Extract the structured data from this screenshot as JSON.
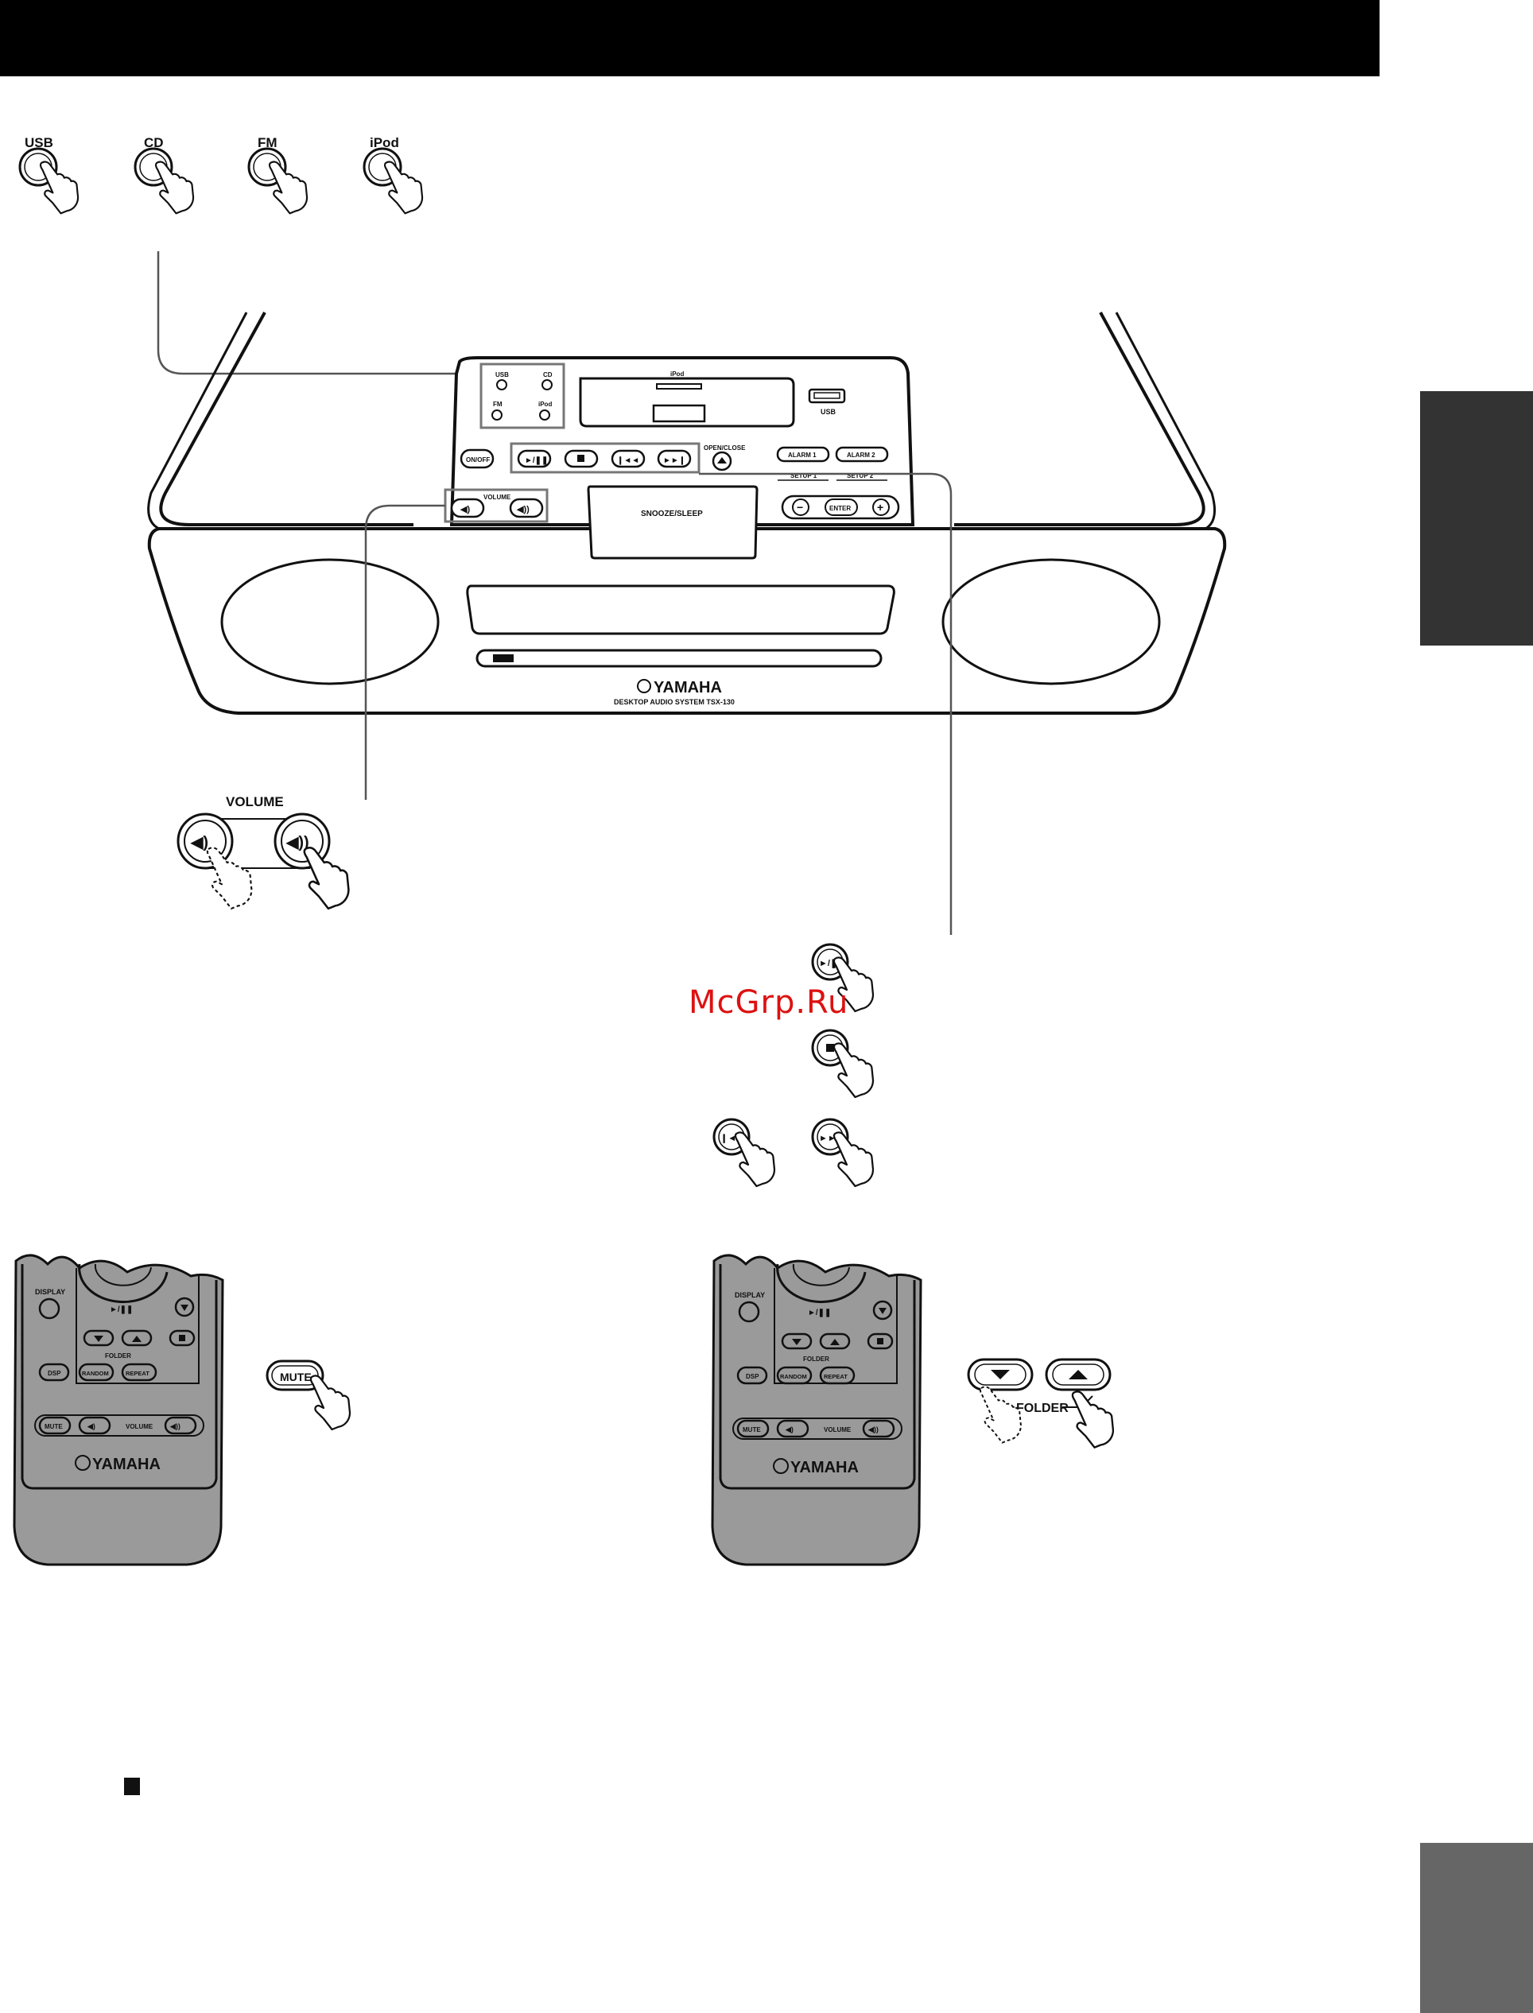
{
  "colors": {
    "header_bar": "#000000",
    "tab_dark": "#333333",
    "tab_mid": "#666666",
    "remote_body": "#9a9a9a",
    "watermark": "#dd1111"
  },
  "source_buttons": [
    {
      "label": "USB",
      "icon": "press-finger-icon"
    },
    {
      "label": "CD",
      "icon": "press-finger-icon"
    },
    {
      "label": "FM",
      "icon": "press-finger-icon"
    },
    {
      "label": "iPod",
      "icon": "press-finger-icon"
    }
  ],
  "unit": {
    "dock_label": "iPod",
    "usb_port_label": "USB",
    "source_labels": [
      "USB",
      "CD",
      "FM",
      "iPod"
    ],
    "power_label": "ON/OFF",
    "volume_label": "VOLUME",
    "open_close_label": "OPEN/CLOSE",
    "alarm1_label": "ALARM 1",
    "alarm2_label": "ALARM 2",
    "setup1_label": "SETUP 1",
    "setup2_label": "SETUP 2",
    "enter_label": "ENTER",
    "minus_label": "−",
    "plus_label": "+",
    "snooze_label": "SNOOZE/SLEEP",
    "brand": "YAMAHA",
    "model": "DESKTOP AUDIO SYSTEM TSX-130",
    "transport_icons": [
      "play-pause-icon",
      "stop-icon",
      "skip-back-icon",
      "skip-forward-icon"
    ]
  },
  "volume_callout": {
    "label": "VOLUME",
    "icons": [
      "volume-down-icon",
      "volume-up-icon"
    ]
  },
  "transport_callout": {
    "play_pause_label": "►/❚❚",
    "stop_label": "■",
    "skip_back_label": "❙◄◄",
    "skip_forward_label": "►►❙"
  },
  "remote": {
    "display_label": "DISPLAY",
    "folder_label": "FOLDER",
    "dsp_label": "DSP",
    "random_label": "RANDOM",
    "repeat_label": "REPEAT",
    "mute_label": "MUTE",
    "volume_label": "VOLUME",
    "brand": "YAMAHA"
  },
  "mute_callout": {
    "label": "MUTE"
  },
  "folder_callout": {
    "label": "FOLDER"
  },
  "watermark": "McGrp.Ru"
}
